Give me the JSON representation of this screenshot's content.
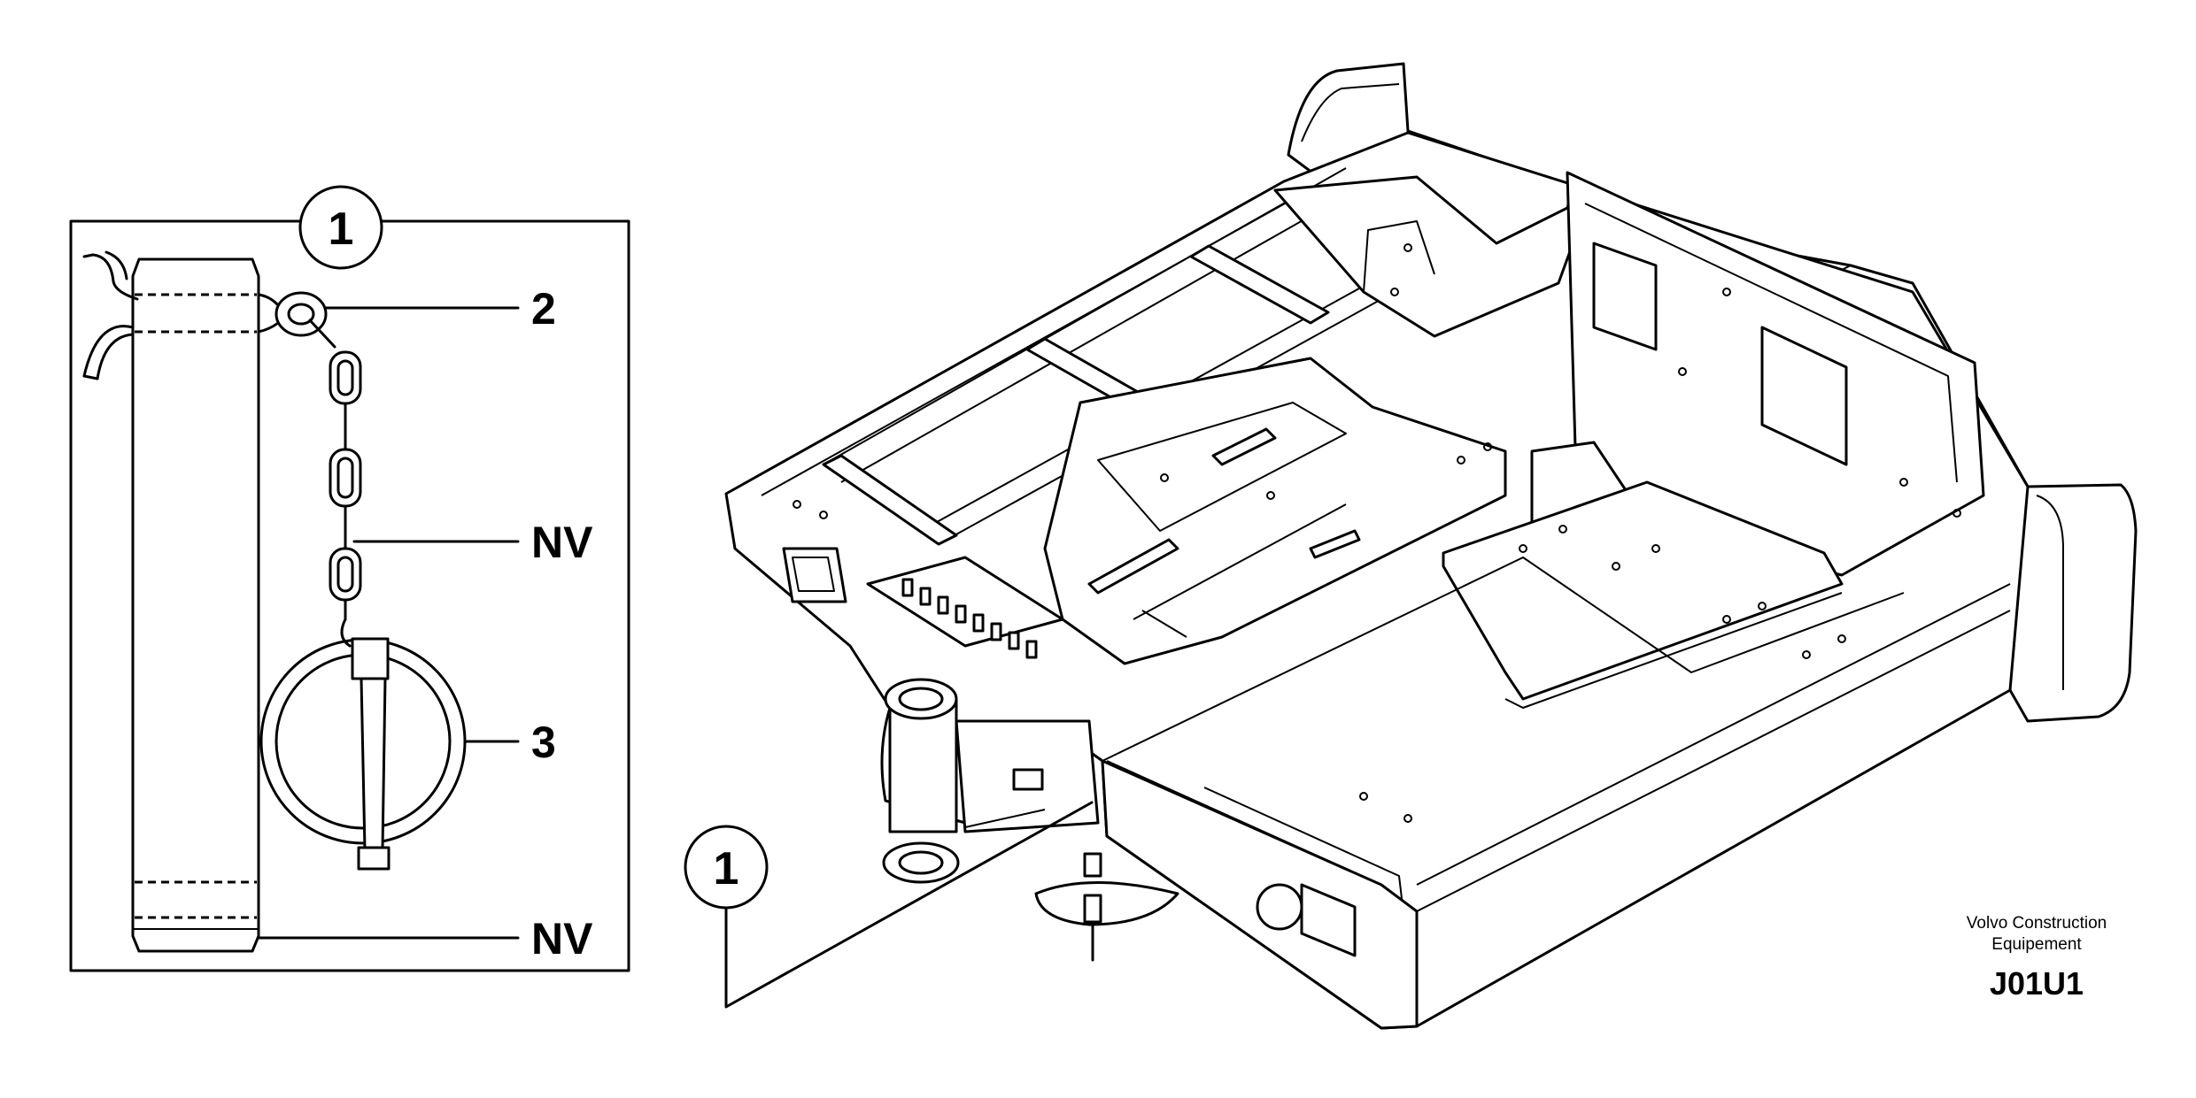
{
  "detail": {
    "callout_number": "1",
    "labels": [
      {
        "id": "chain-pin",
        "text": "2"
      },
      {
        "id": "chain",
        "text": "NV"
      },
      {
        "id": "ring",
        "text": "3"
      },
      {
        "id": "pin-end",
        "text": "NV"
      }
    ]
  },
  "main": {
    "callout_number": "1"
  },
  "footer": {
    "maker_line1": "Volvo Construction",
    "maker_line2": "Equipement",
    "code": "J01U1"
  }
}
